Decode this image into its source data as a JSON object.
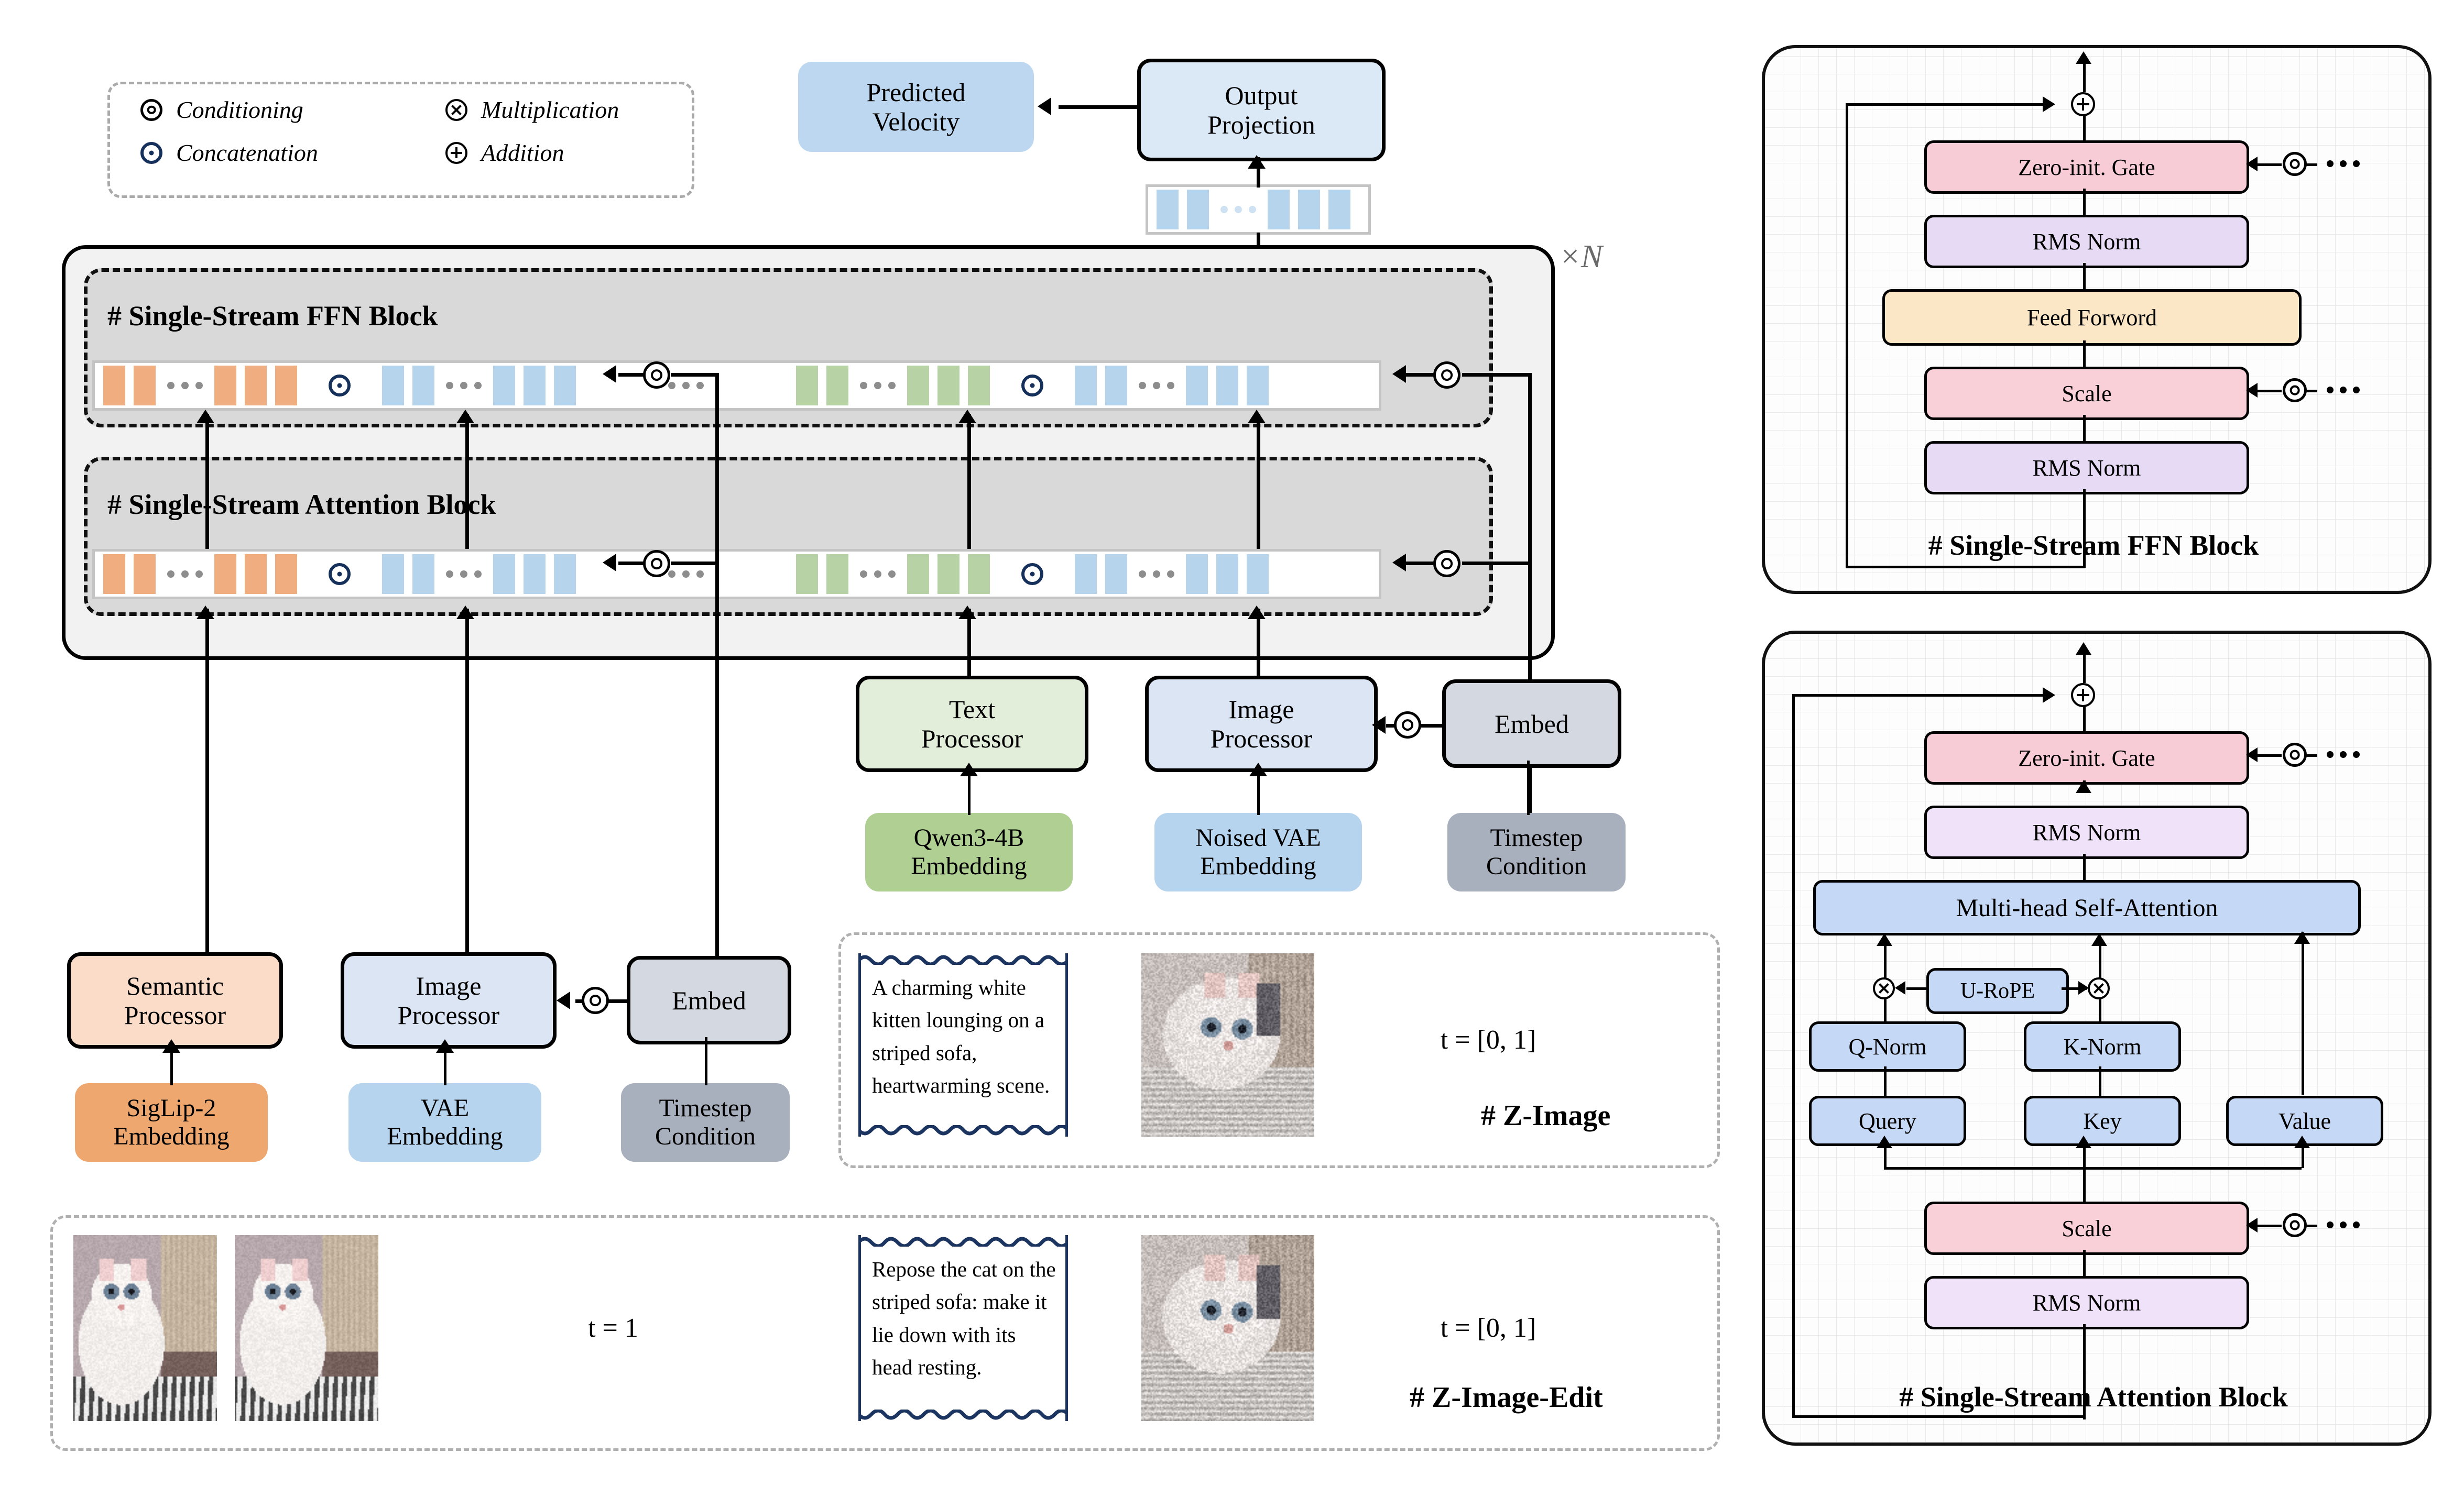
{
  "legend": {
    "items": [
      {
        "symbol": "conditioning-symbol",
        "label": "Conditioning"
      },
      {
        "symbol": "multiplication-symbol",
        "label": "Multiplication"
      },
      {
        "symbol": "concatenation-symbol",
        "label": "Concatenation"
      },
      {
        "symbol": "addition-symbol",
        "label": "Addition"
      }
    ]
  },
  "top_flow": {
    "predicted_velocity": "Predicted\nVelocity",
    "output_projection": "Output\nProjection"
  },
  "repeat_label": "×N",
  "blocks": {
    "ffn": {
      "title": "# Single-Stream FFN Block"
    },
    "attention": {
      "title": "# Single-Stream Attention Block"
    }
  },
  "processors": {
    "semantic": "Semantic\nProcessor",
    "image_left": "Image\nProcessor",
    "embed_left": "Embed",
    "text": "Text\nProcessor",
    "image_right": "Image\nProcessor",
    "embed_right": "Embed"
  },
  "embeddings": {
    "siglip": "SigLip-2\nEmbedding",
    "vae": "VAE\nEmbedding",
    "timestep_left": "Timestep\nCondition",
    "qwen": "Qwen3-4B\nEmbedding",
    "noised_vae": "Noised VAE\nEmbedding",
    "timestep_right": "Timestep\nCondition"
  },
  "z_image": {
    "panel_title": "# Z-Image",
    "prompt": "A charming white kitten lounging on a striped sofa, heartwarming scene.",
    "t_label": "t = [0, 1]"
  },
  "z_image_edit": {
    "panel_title": "# Z-Image-Edit",
    "prompt": "Repose the cat on the striped sofa: make it lie down with its head resting.",
    "t_label_input": "t = 1",
    "t_label_output": "t = [0, 1]"
  },
  "ffn_panel": {
    "title": "# Single-Stream FFN Block",
    "boxes": [
      {
        "label": "Zero-init. Gate",
        "color": "#f8ccd7"
      },
      {
        "label": "RMS Norm",
        "color": "#e6daf5"
      },
      {
        "label": "Feed Forword",
        "color": "#fbe7c6"
      },
      {
        "label": "Scale",
        "color": "#fad0d8"
      },
      {
        "label": "RMS Norm",
        "color": "#e6daf5"
      }
    ],
    "ellipsis": "…"
  },
  "attn_panel": {
    "title": "# Single-Stream Attention Block",
    "boxes": [
      {
        "label": "Zero-init. Gate",
        "color": "#f8ccd7"
      },
      {
        "label": "RMS Norm",
        "color": "#f0e2f8"
      },
      {
        "label": "Multi-head Self-Attention",
        "color": "#c5d8f5"
      },
      {
        "label": "U-RoPE",
        "color": "#c5d8f5"
      },
      {
        "label": "Q-Norm",
        "color": "#c5d8f5"
      },
      {
        "label": "K-Norm",
        "color": "#c5d8f5"
      },
      {
        "label": "Query",
        "color": "#c5d8f5"
      },
      {
        "label": "Key",
        "color": "#c5d8f5"
      },
      {
        "label": "Value",
        "color": "#c5d8f5"
      },
      {
        "label": "Scale",
        "color": "#fad0d8"
      },
      {
        "label": "RMS Norm",
        "color": "#f0e2f8"
      }
    ]
  },
  "colors": {
    "token_orange": "#efad80",
    "token_blue": "#b6d4ec",
    "token_green": "#b7d2a5",
    "semantic_fill": "#fadcc8",
    "image_fill": "#dbe5f3",
    "embed_fill": "#d4d8e0",
    "text_fill": "#e2eed9",
    "siglip_fill": "#eda76f",
    "vae_fill": "#b7d4ee",
    "timestep_fill": "#a8afbd",
    "qwen_fill": "#afcf93",
    "noised_vae_fill": "#b7d4ee",
    "prompt_border": "#1c3560"
  }
}
